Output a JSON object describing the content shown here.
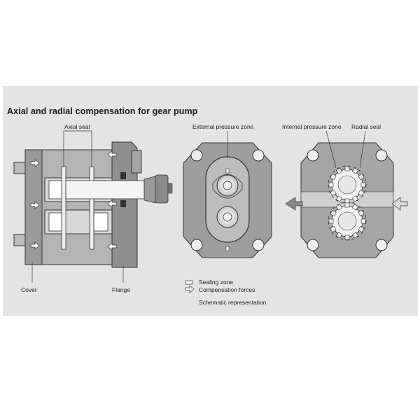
{
  "title": "Axial and radial compensation for gear pump",
  "labels": {
    "axial_seal": "Axial seal",
    "external_pressure_zone": "External pressure zone",
    "internal_pressure_zone": "Internal pressure zone",
    "radial_seal": "Radial seal",
    "cover": "Cover",
    "flange": "Flange"
  },
  "legend": {
    "sealing_zone": "Sealing zone",
    "compensation_forces": "Compensation forces",
    "note": "Schematic representation"
  },
  "colors": {
    "panel": "#e4e4e4",
    "housing": "#8c8c8c",
    "housing_light": "#bdbdbd",
    "arrow": "#9a9a9a"
  }
}
